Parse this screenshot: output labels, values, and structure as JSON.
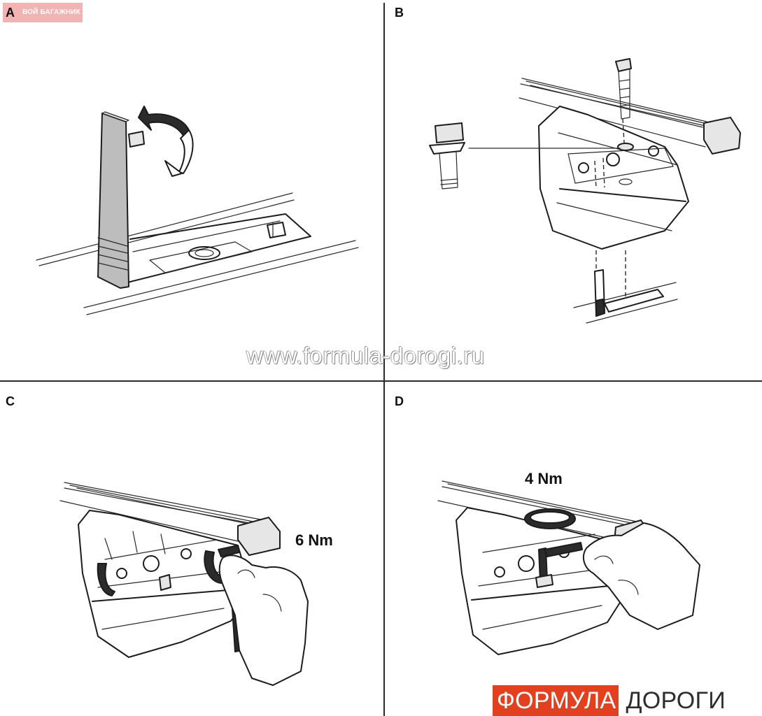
{
  "watermark_top": "ВОЙ БАГАЖНИК",
  "panels": [
    {
      "letter": "A"
    },
    {
      "letter": "B"
    },
    {
      "letter": "C",
      "torque": "6 Nm"
    },
    {
      "letter": "D",
      "torque": "4 Nm"
    }
  ],
  "watermark_url": "www.formula-dorogi.ru",
  "logo": {
    "red_part": "ФОРМУЛА",
    "dark_part": "ДОРОГИ",
    "accent": "#e2401f"
  }
}
